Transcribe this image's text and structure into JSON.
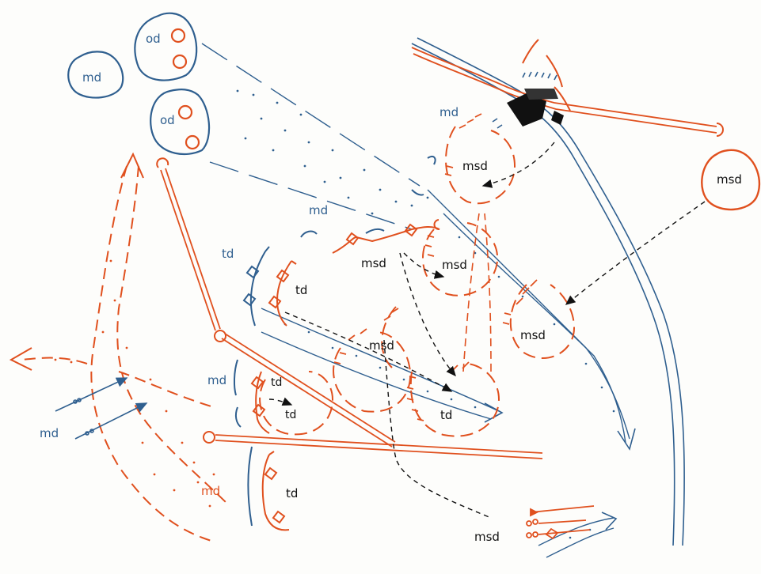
{
  "colors": {
    "red": "#e0501e",
    "blue": "#2f5f8f",
    "black": "#111111",
    "paper": "#fdfdfb"
  },
  "labels": {
    "od_top": "od",
    "od_mid": "od",
    "md_top_left": "md",
    "md_near_crossing": "md",
    "md_center": "md",
    "md_left_mid": "md",
    "md_left_low": "md",
    "md_bottom": "md",
    "td_upper_blue": "td",
    "td_upper_red": "td",
    "td_mid_1": "td",
    "td_mid_2": "td",
    "td_bottom_center": "td",
    "td_bottom_left": "td",
    "msd_upper": "msd",
    "msd_right": "msd",
    "msd_center_left": "msd",
    "msd_center_right": "msd",
    "msd_right_mid": "msd",
    "msd_center_low": "msd",
    "msd_bottom": "msd"
  }
}
